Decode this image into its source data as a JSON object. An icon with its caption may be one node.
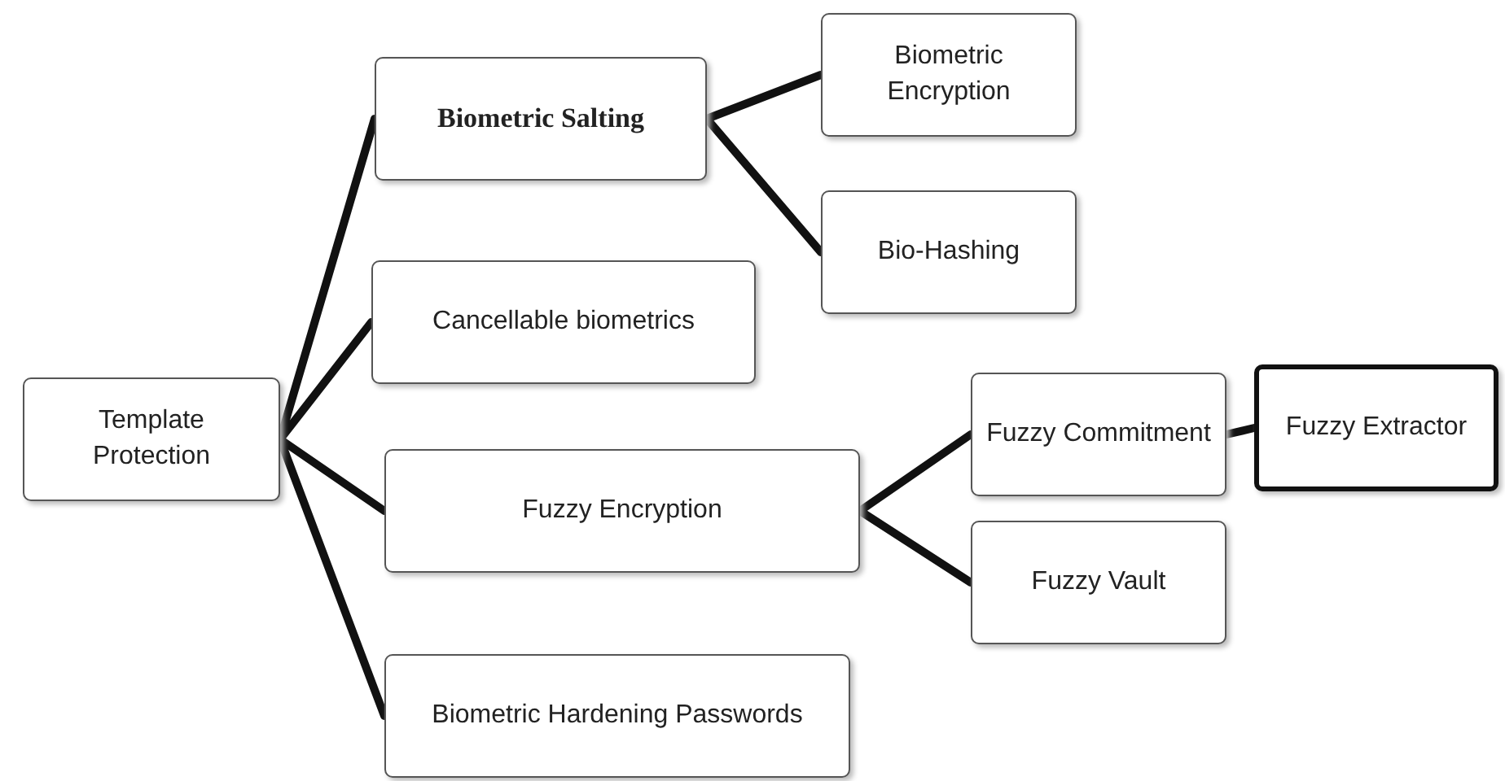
{
  "diagram": {
    "nodes": [
      {
        "text": [
          "Template Protection"
        ]
      },
      {
        "text": [
          "Biometric Salting"
        ]
      },
      {
        "text": [
          "Biometric Encryption"
        ]
      },
      {
        "text": [
          "Bio-Hashing"
        ]
      },
      {
        "text": [
          "Cancellable biometrics"
        ]
      },
      {
        "text": [
          "Fuzzy Encryption"
        ]
      },
      {
        "text": [
          "Fuzzy Commitment"
        ]
      },
      {
        "text": [
          "Fuzzy Vault"
        ]
      },
      {
        "text": [
          "Fuzzy Extractor"
        ]
      },
      {
        "text": [
          "Biometric Hardening Passwords"
        ]
      }
    ],
    "edges": [
      {
        "from": 0,
        "to": 1,
        "arrow": "none"
      },
      {
        "from": 0,
        "to": 4,
        "arrow": "none"
      },
      {
        "from": 0,
        "to": 5,
        "arrow": "none"
      },
      {
        "from": 0,
        "to": 9,
        "arrow": "none"
      },
      {
        "from": 1,
        "to": 2,
        "arrow": "none"
      },
      {
        "from": 1,
        "to": 3,
        "arrow": "none"
      },
      {
        "from": 5,
        "to": 6,
        "arrow": "none"
      },
      {
        "from": 5,
        "to": 7,
        "arrow": "none"
      },
      {
        "from": 6,
        "to": 8,
        "arrow": "none"
      }
    ]
  }
}
